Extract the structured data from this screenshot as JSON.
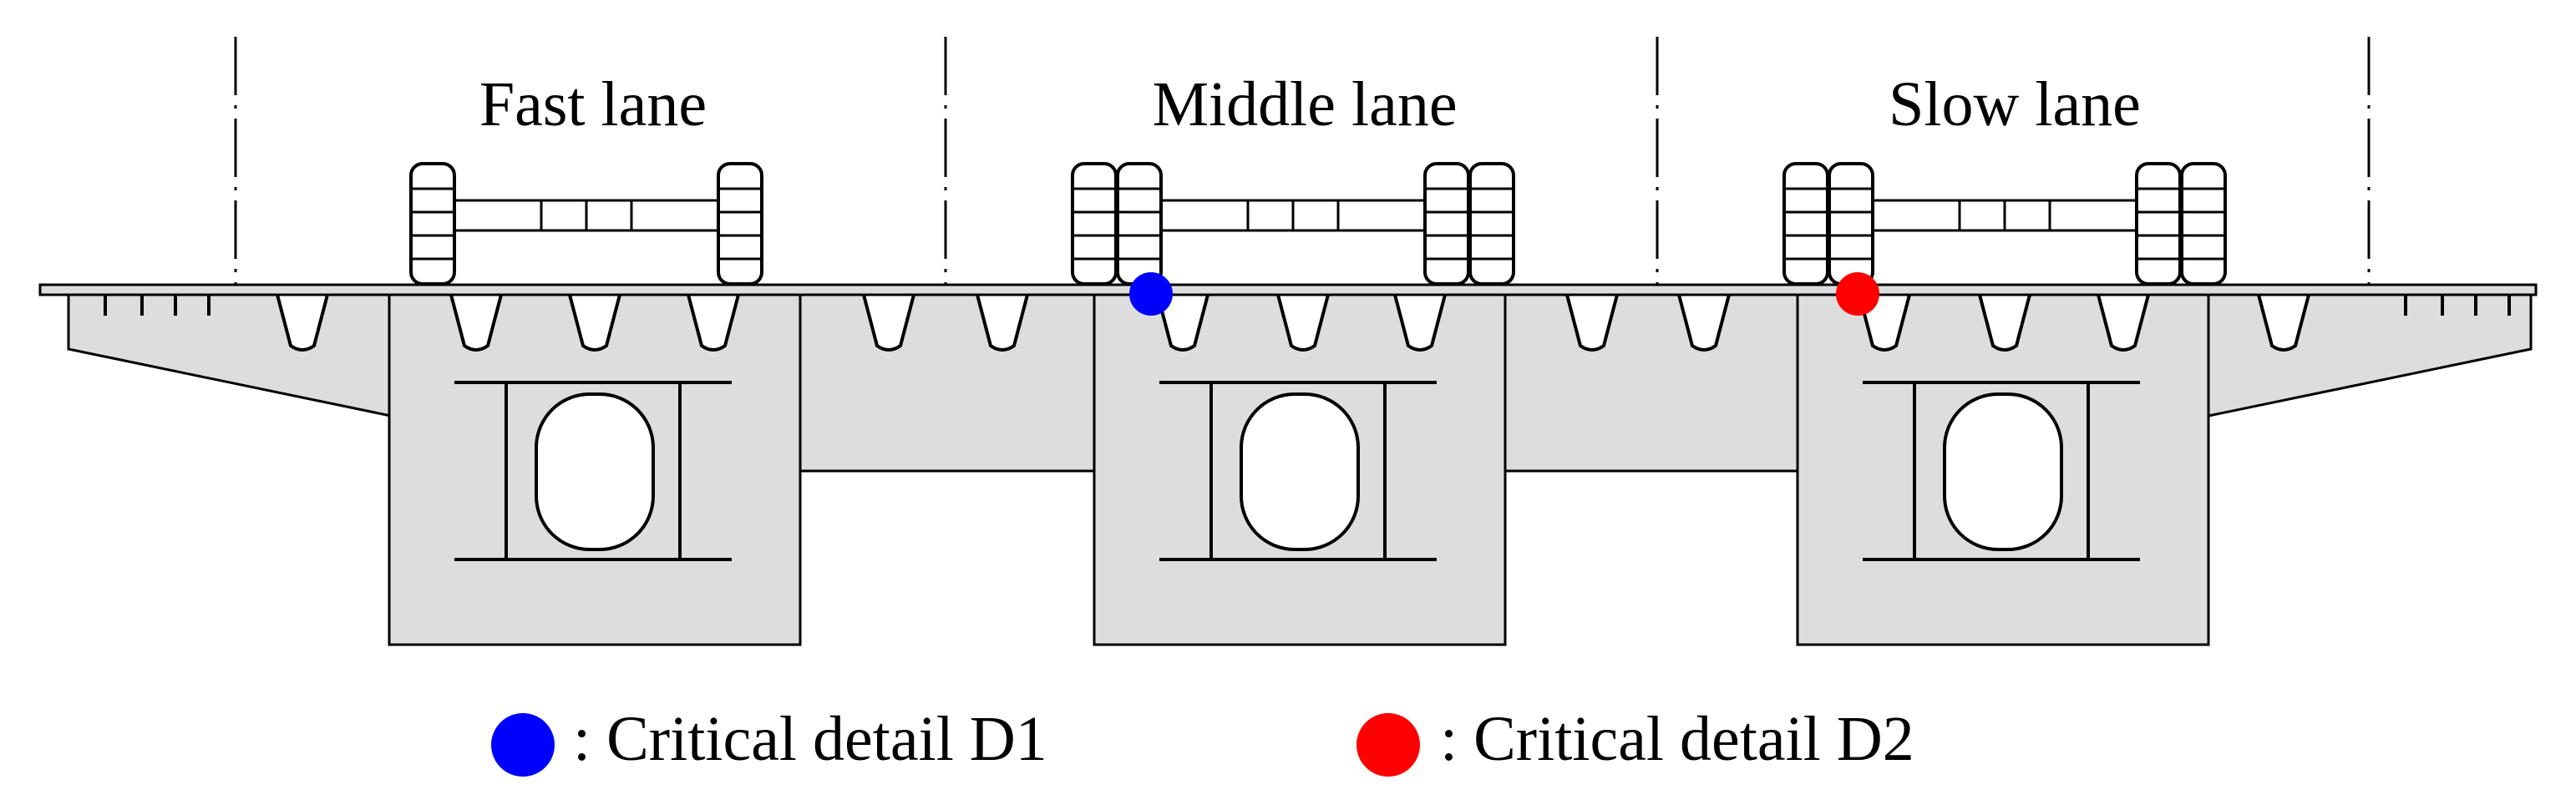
{
  "lanes": [
    {
      "label": "Fast lane"
    },
    {
      "label": "Middle lane"
    },
    {
      "label": "Slow lane"
    }
  ],
  "legend": [
    {
      "label": ": Critical detail D1",
      "color": "#0000ff"
    },
    {
      "label": ": Critical detail D2",
      "color": "#ff0000"
    }
  ],
  "colors": {
    "structure_fill": "#dddddd",
    "line": "#000000",
    "detail_d1": "#0000ff",
    "detail_d2": "#ff0000"
  }
}
